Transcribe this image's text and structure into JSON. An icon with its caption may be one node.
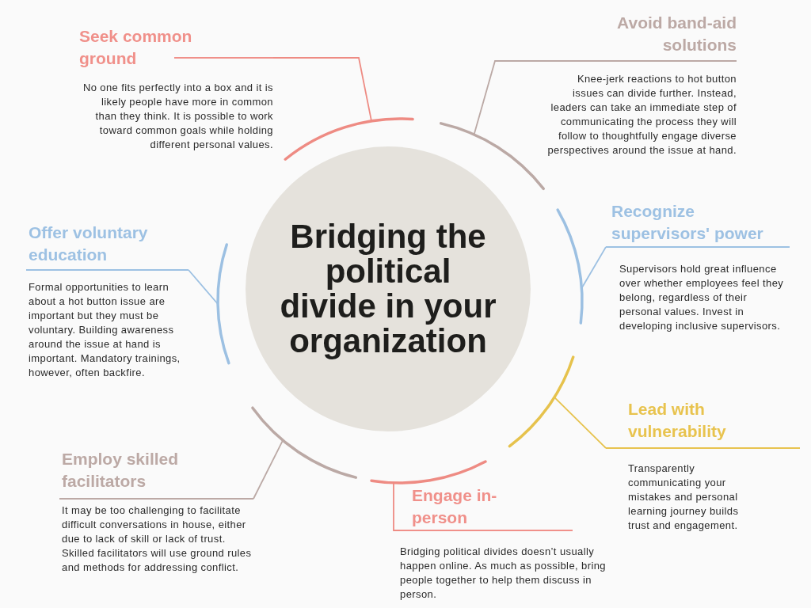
{
  "diagram": {
    "nodes": [
      {
        "text": [
          "Seek common ground",
          "No one fits perfectly into a box and it is likely people have more in common than they think. It is possible to work toward common goals while holding different personal values."
        ]
      },
      {
        "text": [
          "Avoid band-aid solutions",
          "Knee-jerk reactions to hot button issues can divide further. Instead, leaders can take an immediate step of communicating the process they will follow to thoughtfully engage diverse perspectives around the issue at hand."
        ]
      },
      {
        "text": [
          "Bridging the political divide in your organization"
        ]
      },
      {
        "text": [
          "Recognize supervisors' power",
          "Supervisors hold great influence over whether employees feel they belong, regardless of their personal values. Invest in developing inclusive supervisors."
        ]
      },
      {
        "text": [
          "Offer voluntary education",
          "Formal opportunities to learn about a hot button issue are important but they must be voluntary. Building awareness around the issue at hand is important. Mandatory trainings, however, often backfire."
        ]
      },
      {
        "text": [
          "Lead with vulnerability",
          "Transparently communicating your mistakes and personal learning journey builds trust and engagement."
        ]
      },
      {
        "text": [
          "Employ skilled facilitators",
          "It may be too challenging to facilitate difficult conversations in house, either due to lack of skill or lack of trust. Skilled facilitators will use ground rules and methods for addressing conflict."
        ]
      },
      {
        "text": [
          "Engage in-person",
          "Bridging political divides doesn’t usually happen online. As much as possible, bring people together to help them discuss in person."
        ]
      },
      {
        "text": [],
        "shape": "arc"
      },
      {
        "text": [],
        "shape": "arc"
      },
      {
        "text": [],
        "shape": "arc"
      },
      {
        "text": [],
        "shape": "arc"
      },
      {
        "text": [],
        "shape": "arc"
      },
      {
        "text": [],
        "shape": "arc"
      },
      {
        "text": [],
        "shape": "arc"
      }
    ],
    "edges": [
      {
        "from": 0,
        "to": 8,
        "arrow": "none",
        "color": "#ee8b83"
      },
      {
        "from": 1,
        "to": 9,
        "arrow": "none",
        "color": "#bba9a5"
      },
      {
        "from": 4,
        "to": 10,
        "arrow": "none",
        "color": "#9cc0e2"
      },
      {
        "from": 3,
        "to": 11,
        "arrow": "none",
        "color": "#9cc0e2"
      },
      {
        "from": 5,
        "to": 12,
        "arrow": "none",
        "color": "#e6c24c"
      },
      {
        "from": 6,
        "to": 13,
        "arrow": "none",
        "color": "#bba9a5"
      },
      {
        "from": 7,
        "to": 14,
        "arrow": "none",
        "color": "#ee8b83"
      }
    ]
  }
}
